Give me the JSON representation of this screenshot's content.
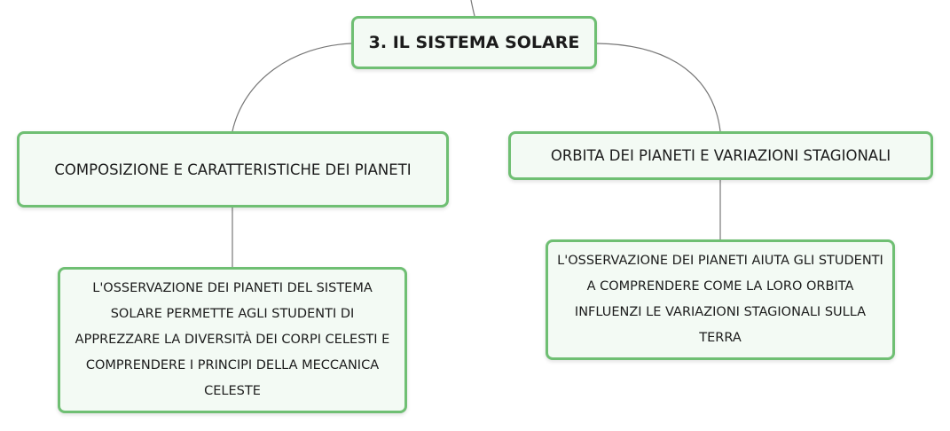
{
  "diagram": {
    "root": {
      "label": "3. IL SISTEMA SOLARE"
    },
    "branches": [
      {
        "label": "COMPOSIZIONE E CARATTERISTICHE DEI PIANETI",
        "child": "L'OSSERVAZIONE DEI PIANETI DEL SISTEMA SOLARE PERMETTE AGLI STUDENTI DI APPREZZARE LA DIVERSITÀ DEI CORPI CELESTI E COMPRENDERE I PRINCIPI DELLA MECCANICA CELESTE"
      },
      {
        "label": "ORBITA DEI PIANETI E VARIAZIONI STAGIONALI",
        "child": "L'OSSERVAZIONE DEI PIANETI AIUTA GLI STUDENTI A COMPRENDERE COME LA LORO ORBITA INFLUENZI LE VARIAZIONI STAGIONALI SULLA TERRA"
      }
    ]
  },
  "colors": {
    "node_border": "#6fbf73",
    "node_fill": "#f3faf4",
    "connector": "#777777"
  }
}
